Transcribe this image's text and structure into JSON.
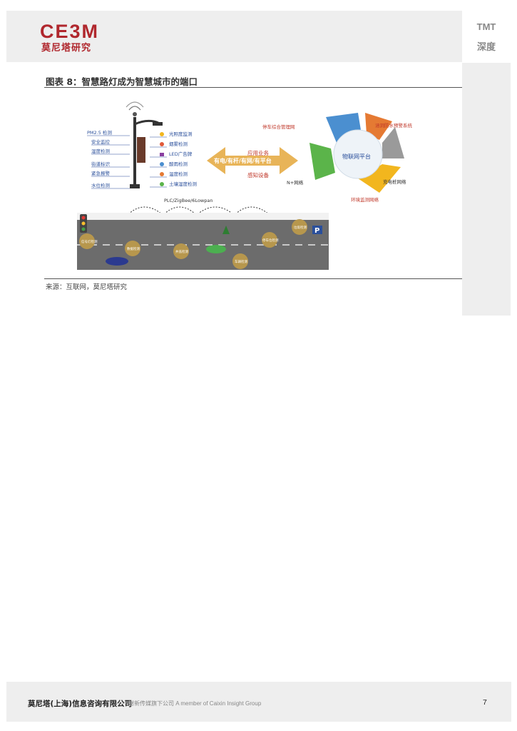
{
  "header": {
    "logo_en": "CE3M",
    "logo_cn": "莫尼塔研究",
    "section": "TMT",
    "subsection": "深度"
  },
  "figure": {
    "title": "图表 8：智慧路灯成为智慧城市的端口",
    "source": "来源：互联网，莫尼塔研究",
    "left_labels": [
      "PM2.5 检测",
      "安全监控",
      "湿度检测",
      "街道标识",
      "紧急报警",
      "水位检测"
    ],
    "right_labels": [
      "光照度监测",
      "烟雾检测",
      "LED广告牌",
      "酸雨检测",
      "温度检测",
      "土壤湿度检测"
    ],
    "center_top": "应用业务",
    "center_main": "有电/有杆/有网/有平台",
    "center_bottom": "感知设备",
    "ring_center": "物联网平台",
    "ring_nodes": [
      "停车综合管理网",
      "涵洞防水预警系统",
      "充电桩网络",
      "环境监测网络",
      "N+网络"
    ],
    "protocol": "PLC/ZigBee/6Lowpan",
    "road_labels": [
      "信号灯检测",
      "数据检测",
      "井盖检测",
      "车辆检测",
      "停车位检测",
      "垃圾检测"
    ],
    "parking_sign": "P"
  },
  "footer": {
    "company": "莫尼塔(上海)信息咨询有限公司",
    "member": "财新传媒旗下公司 A member of Caixin Insight Group",
    "page": "7"
  },
  "colors": {
    "brand": "#b0272d",
    "arrow": "#e8b458",
    "ring_blue": "#4b8fd0",
    "ring_orange": "#e57a33",
    "ring_gray": "#9a9a9a",
    "ring_yellow": "#f2b61e",
    "ring_green": "#5bb44a"
  }
}
